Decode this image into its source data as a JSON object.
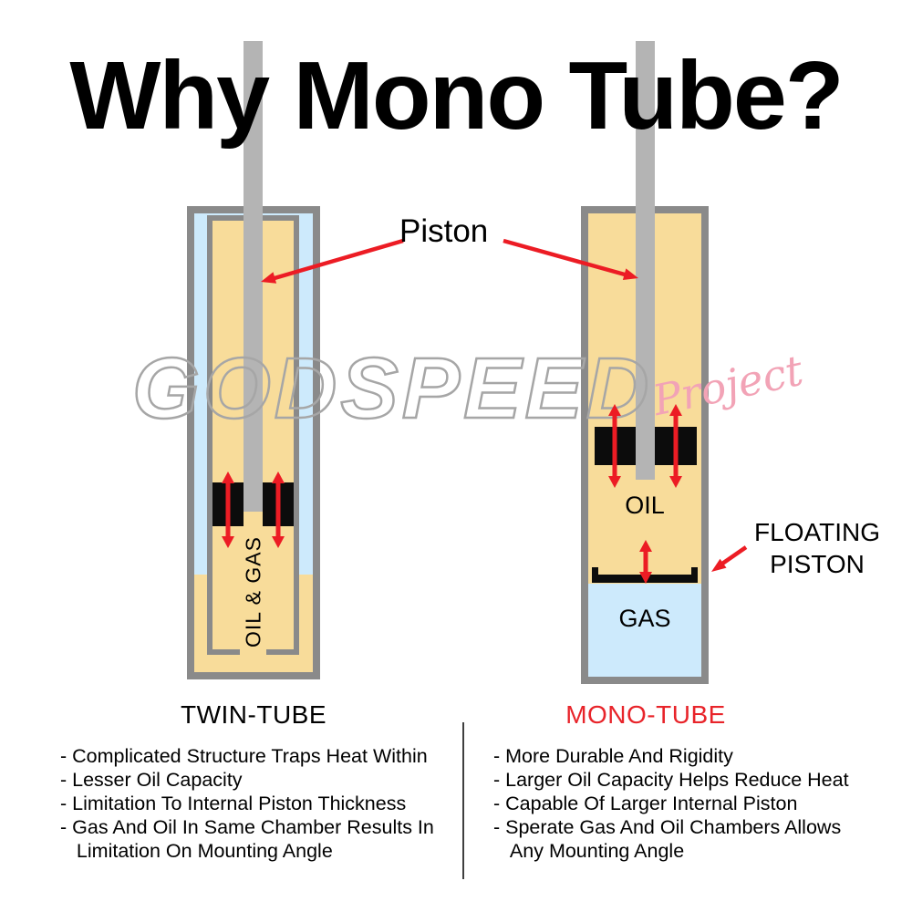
{
  "title": "Why Mono Tube?",
  "watermark": {
    "main": "GODSPEED",
    "sub": "Project"
  },
  "labels": {
    "piston": "Piston",
    "floating_piston": "FLOATING PISTON",
    "oil_gas": "OIL & GAS",
    "oil": "OIL",
    "gas": "GAS"
  },
  "twin": {
    "caption": "TWIN-TUBE",
    "points": [
      "- Complicated Structure Traps Heat Within",
      "- Lesser Oil Capacity",
      "- Limitation To Internal Piston Thickness",
      "- Gas And Oil In Same Chamber Results In\n   Limitation On Mounting Angle"
    ]
  },
  "mono": {
    "caption": "MONO-TUBE",
    "points": [
      "- More Durable And Rigidity",
      "- Larger Oil Capacity Helps Reduce Heat",
      "- Capable Of Larger Internal Piston",
      "- Sperate Gas And Oil Chambers Allows\n   Any Mounting Angle"
    ]
  },
  "colors": {
    "oil_fill": "#F8DC9A",
    "gas_fill": "#CDEAFC",
    "tube_gray": "#8A8A8A",
    "rod_gray": "#B4B4B4",
    "piston_black": "#0C0C0C",
    "arrow_red": "#EC1C24",
    "mono_caption_red": "#E8242A",
    "watermark_gray": "#A6A6A6",
    "watermark_pink": "#F2A3B6"
  }
}
